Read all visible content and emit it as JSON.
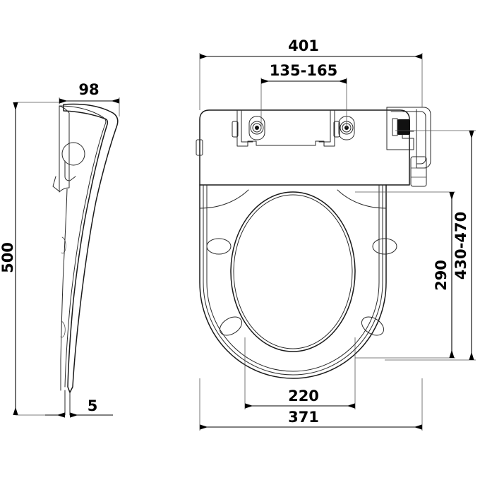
{
  "drawing": {
    "title": "Toilet seat technical drawing",
    "line_color": "#1a1a1a",
    "background_color": "#ffffff",
    "dim_text_color": "#000000"
  },
  "views": {
    "side": {
      "name": "side-elevation-view",
      "label": ""
    },
    "top": {
      "name": "top-plan-view",
      "label": ""
    }
  },
  "dimensions": {
    "side_width": {
      "value": "98",
      "orientation": "horizontal",
      "view": "side"
    },
    "side_height": {
      "value": "500",
      "orientation": "vertical",
      "view": "side"
    },
    "side_thickness": {
      "value": "5",
      "orientation": "horizontal",
      "view": "side"
    },
    "top_overall_width": {
      "value": "401",
      "orientation": "horizontal",
      "view": "top"
    },
    "hinge_spacing": {
      "value": "135-165",
      "orientation": "horizontal",
      "view": "top"
    },
    "inner_opening_width": {
      "value": "220",
      "orientation": "horizontal",
      "view": "top"
    },
    "seat_width": {
      "value": "371",
      "orientation": "horizontal",
      "view": "top"
    },
    "inner_opening_length": {
      "value": "290",
      "orientation": "vertical",
      "view": "top"
    },
    "overall_length": {
      "value": "430-470",
      "orientation": "vertical",
      "view": "top"
    }
  }
}
